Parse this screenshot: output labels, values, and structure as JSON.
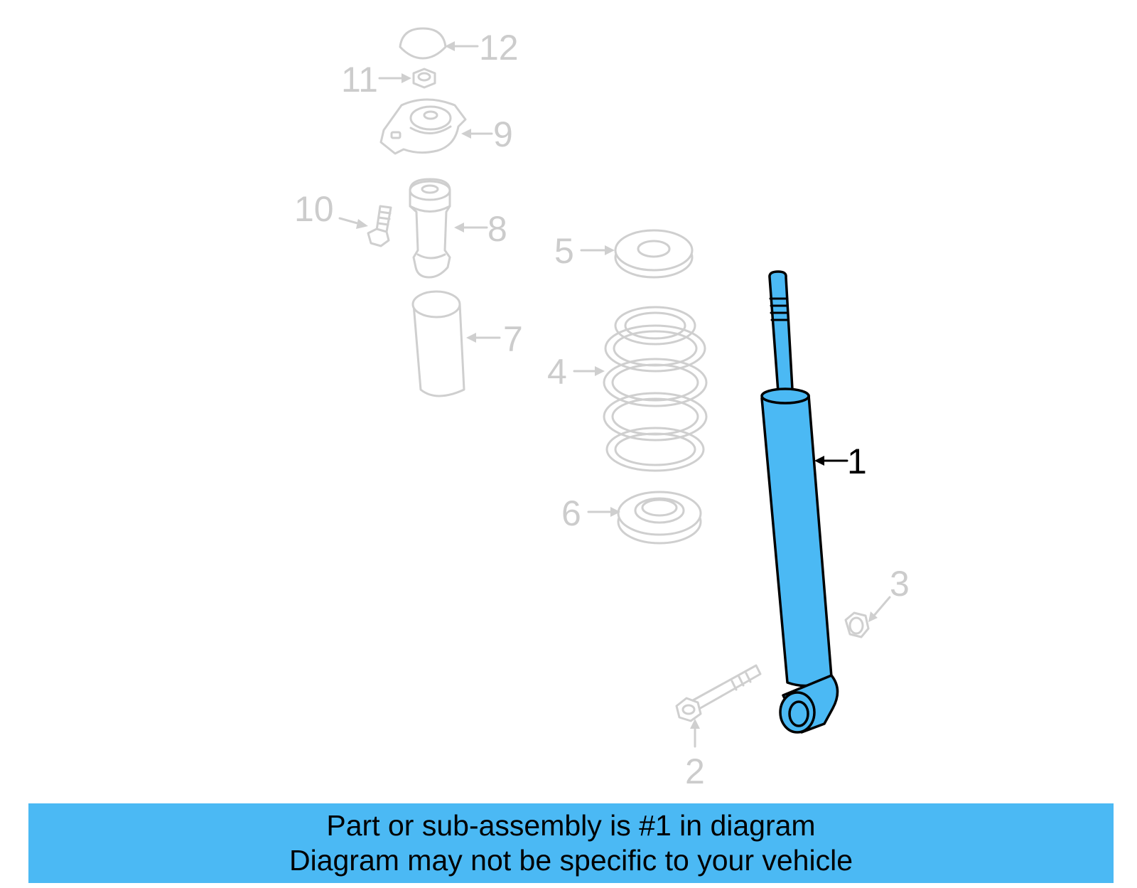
{
  "diagram": {
    "callouts": [
      {
        "number": "1",
        "highlighted": true
      },
      {
        "number": "2",
        "highlighted": false
      },
      {
        "number": "3",
        "highlighted": false
      },
      {
        "number": "4",
        "highlighted": false
      },
      {
        "number": "5",
        "highlighted": false
      },
      {
        "number": "6",
        "highlighted": false
      },
      {
        "number": "7",
        "highlighted": false
      },
      {
        "number": "8",
        "highlighted": false
      },
      {
        "number": "9",
        "highlighted": false
      },
      {
        "number": "10",
        "highlighted": false
      },
      {
        "number": "11",
        "highlighted": false
      },
      {
        "number": "12",
        "highlighted": false
      }
    ],
    "colors": {
      "highlight": "#4bb9f4",
      "ghost": "#cccccc",
      "footer": "#4bb9f4"
    }
  },
  "footer": {
    "line1": "Part or sub-assembly is #1 in diagram",
    "line2": "Diagram may not be specific to your vehicle"
  }
}
